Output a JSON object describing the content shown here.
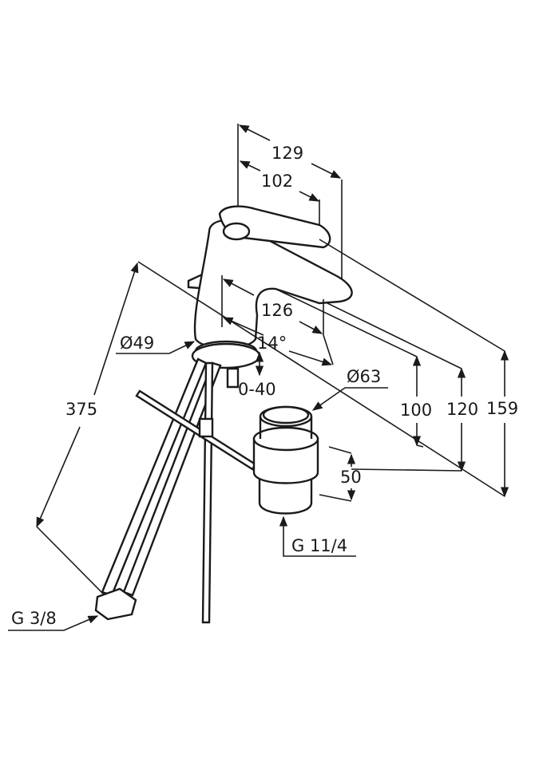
{
  "diagram": {
    "dimensions": {
      "total_length": "129",
      "lever_length": "102",
      "spout_reach": "126",
      "spout_angle": "14°",
      "base_diameter": "Ø49",
      "deck_thickness": "0-40",
      "waste_diameter": "Ø63",
      "spout_height": "100",
      "body_height": "120",
      "overall_height": "159",
      "hose_length": "375",
      "waste_height": "50",
      "waste_thread": "G 11/4",
      "supply_thread": "G 3/8"
    }
  }
}
